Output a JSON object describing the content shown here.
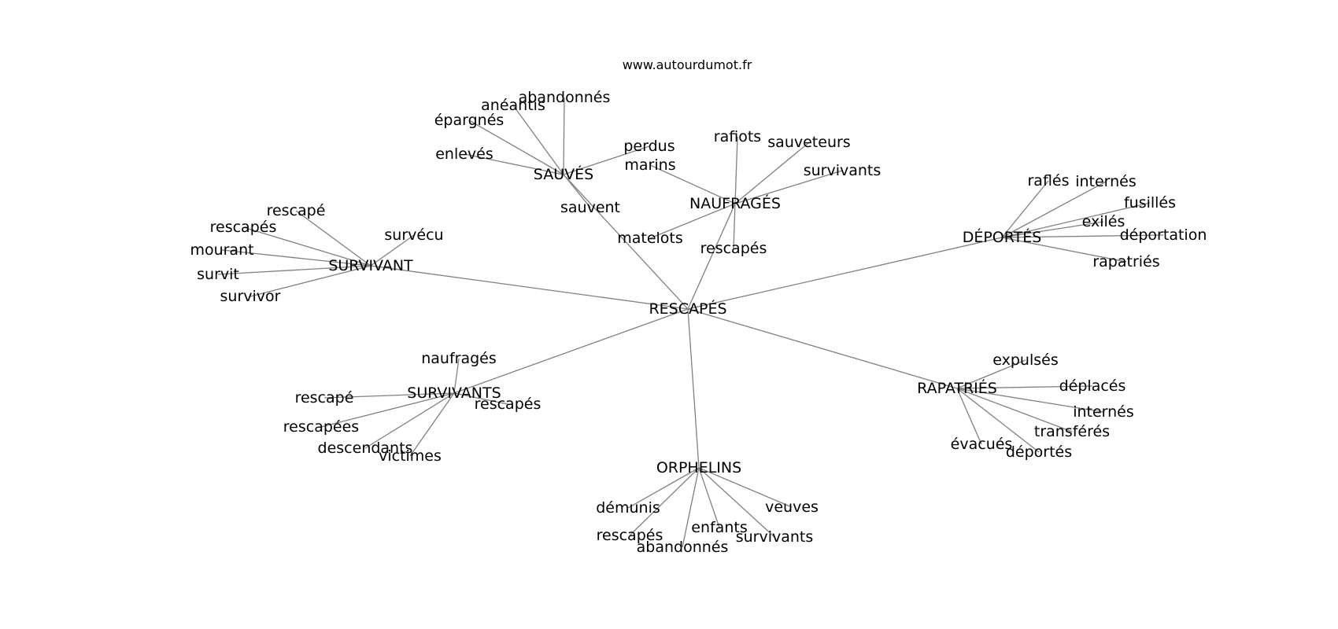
{
  "source": "www.autourdumot.fr",
  "center": "RESCAPÉS",
  "hubs": [
    {
      "id": "sauves",
      "label": "SAUVÉS",
      "words": [
        "abandonnés",
        "anéantis",
        "épargnés",
        "enlevés",
        "perdus",
        "sauvent"
      ]
    },
    {
      "id": "naufrages",
      "label": "NAUFRAGÉS",
      "words": [
        "rafiots",
        "sauveteurs",
        "survivants",
        "marins",
        "matelots",
        "rescapés"
      ]
    },
    {
      "id": "deportes",
      "label": "DÉPORTÉS",
      "words": [
        "raflés",
        "internés",
        "fusillés",
        "exilés",
        "déportation",
        "rapatriés"
      ]
    },
    {
      "id": "survivant",
      "label": "SURVIVANT",
      "words": [
        "rescapé",
        "rescapés",
        "survécu",
        "mourant",
        "survit",
        "survivor"
      ]
    },
    {
      "id": "survivants",
      "label": "SURVIVANTS",
      "words": [
        "naufragés",
        "rescapé",
        "rescapés",
        "rescapées",
        "descendants",
        "victimes"
      ]
    },
    {
      "id": "rapatries",
      "label": "RAPATRIÉS",
      "words": [
        "expulsés",
        "déplacés",
        "internés",
        "transférés",
        "évacués",
        "déportés"
      ]
    },
    {
      "id": "orphelins",
      "label": "ORPHELINS",
      "words": [
        "démunis",
        "veuves",
        "enfants",
        "rescapés",
        "survivants",
        "abandonnés"
      ]
    }
  ]
}
